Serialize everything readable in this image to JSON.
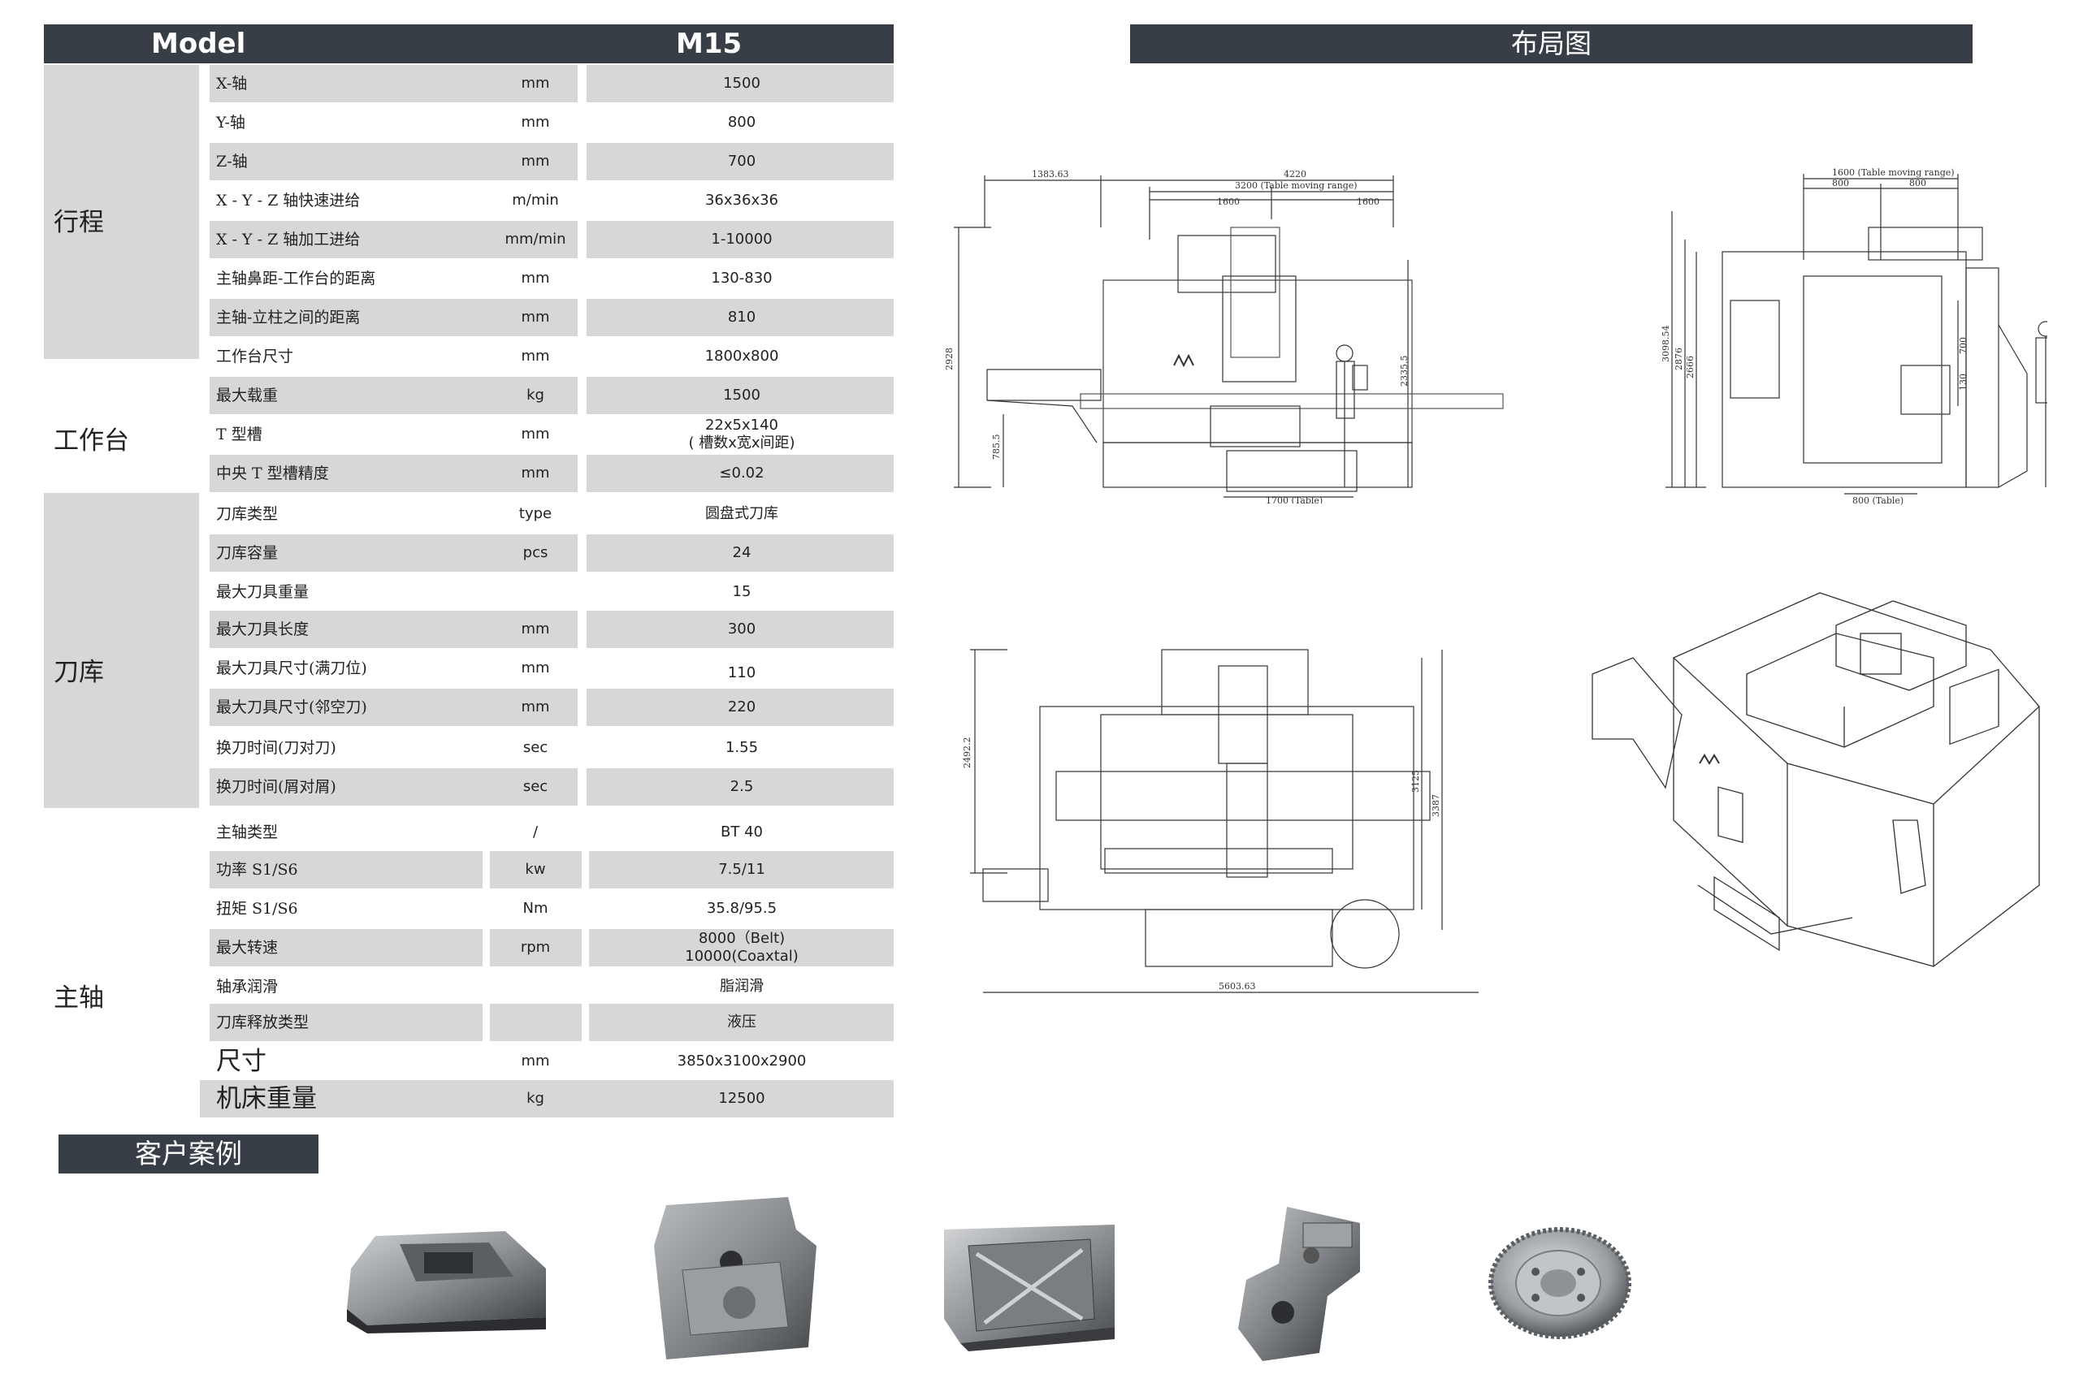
{
  "header": {
    "model_label": "Model",
    "model_value": "M15"
  },
  "categories": [
    {
      "label": "行程"
    },
    {
      "label": "工作台"
    },
    {
      "label": "刀库"
    },
    {
      "label": "主轴"
    }
  ],
  "rows": [
    {
      "name": "X-轴",
      "unit": "mm",
      "value": "1500"
    },
    {
      "name": "Y-轴",
      "unit": "mm",
      "value": "800"
    },
    {
      "name": "Z-轴",
      "unit": "mm",
      "value": "700"
    },
    {
      "name": "X - Y - Z 轴快速进给",
      "unit": "m/min",
      "value": "36x36x36"
    },
    {
      "name": "X - Y - Z 轴加工进给",
      "unit": "mm/min",
      "value": "1-10000"
    },
    {
      "name": "主轴鼻距-工作台的距离",
      "unit": "mm",
      "value": "130-830"
    },
    {
      "name": "主轴-立柱之间的距离",
      "unit": "mm",
      "value": "810"
    },
    {
      "name": "工作台尺寸",
      "unit": "mm",
      "value": "1800x800"
    },
    {
      "name": "最大载重",
      "unit": "kg",
      "value": "1500"
    },
    {
      "name": "T 型槽",
      "unit": "mm",
      "value": "22x5x140",
      "value2": "( 槽数x宽x间距)"
    },
    {
      "name": "中央 T 型槽精度",
      "unit": "mm",
      "value": "≤0.02"
    },
    {
      "name": "刀库类型",
      "unit": "type",
      "value": "圆盘式刀库"
    },
    {
      "name": "刀库容量",
      "unit": "pcs",
      "value": "24"
    },
    {
      "name": "最大刀具重量",
      "unit": "",
      "value": "15"
    },
    {
      "name": "最大刀具长度",
      "unit": "mm",
      "value": "300"
    },
    {
      "name": "最大刀具尺寸(满刀位)",
      "unit": "mm",
      "value": "110"
    },
    {
      "name": "最大刀具尺寸(邻空刀)",
      "unit": "mm",
      "value": "220"
    },
    {
      "name": "换刀时间(刀对刀)",
      "unit": "sec",
      "value": "1.55"
    },
    {
      "name": "换刀时间(屑对屑)",
      "unit": "sec",
      "value": "2.5"
    },
    {
      "name": "主轴类型",
      "unit": "/",
      "value": "BT 40"
    },
    {
      "name": "功率 S1/S6",
      "unit": "kw",
      "value": "7.5/11"
    },
    {
      "name": "扭矩 S1/S6",
      "unit": "Nm",
      "value": "35.8/95.5"
    },
    {
      "name": "最大转速",
      "unit": "rpm",
      "value": "8000（Belt)",
      "value2": "10000(Coaxtal)"
    },
    {
      "name": "轴承润滑",
      "unit": "",
      "value": "脂润滑"
    },
    {
      "name": "刀库释放类型",
      "unit": "",
      "value": "液压"
    },
    {
      "name": "尺寸",
      "unit": "mm",
      "value": "3850x3100x2900"
    },
    {
      "name": "机床重量",
      "unit": "kg",
      "value": "12500"
    }
  ],
  "layout": {
    "title": "布局图",
    "front_dims": {
      "d1": "1383.63",
      "d2": "4220",
      "d3": "3200 (Table moving range)",
      "d4": "1600",
      "d5": "1600",
      "d6": "2928",
      "d7": "2335.5",
      "d8": "785.5",
      "d9": "1700 (Table)"
    },
    "side_dims": {
      "d1": "1600 (Table moving range)",
      "d2": "800",
      "d3": "800",
      "d4": "3098.54",
      "d5": "2876",
      "d6": "2666",
      "d7": "700",
      "d8": "130",
      "d9": "800 (Table)"
    },
    "top_dims": {
      "d1": "2492.2",
      "d2": "3125",
      "d3": "3387",
      "d4": "5603.63"
    }
  },
  "cases": {
    "title": "客户案例"
  }
}
